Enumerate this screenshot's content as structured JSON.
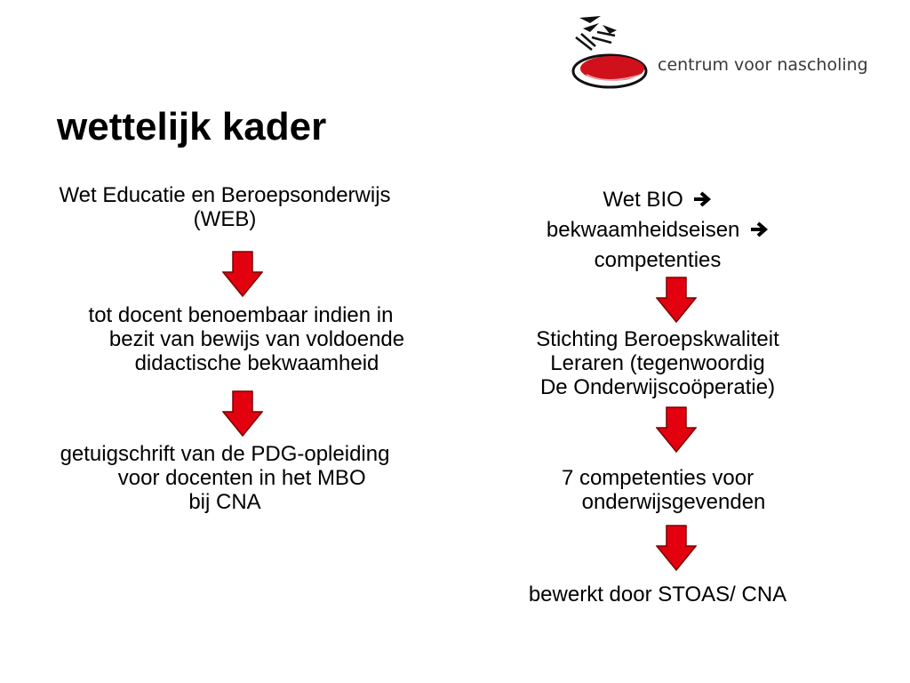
{
  "brand": {
    "name": "centrum voor nascholing",
    "accent_color": "#d0111b"
  },
  "slide": {
    "title": "wettelijk kader"
  },
  "left_column": {
    "block1": [
      "Wet Educatie en Beroepsonderwijs",
      "(WEB)"
    ],
    "block2": [
      "tot docent benoembaar indien in",
      "bezit van bewijs van voldoende",
      "didactische bekwaamheid"
    ],
    "block3": [
      "getuigschrift van de PDG-opleiding",
      "voor docenten in het MBO",
      "bij CNA"
    ]
  },
  "right_column": {
    "block1": [
      "Wet BIO",
      "bekwaamheidseisen",
      "competenties"
    ],
    "block2": [
      "Stichting Beroepskwaliteit",
      "Leraren (tegenwoordig",
      "De Onderwijscoöperatie)"
    ],
    "block3": [
      "7 competenties voor",
      "onderwijsgevenden"
    ],
    "block4": [
      "bewerkt door STOAS/ CNA"
    ]
  },
  "icons": {
    "down_arrow": "red-down-arrow-icon",
    "right_arrow": "right-arrow-icon"
  }
}
